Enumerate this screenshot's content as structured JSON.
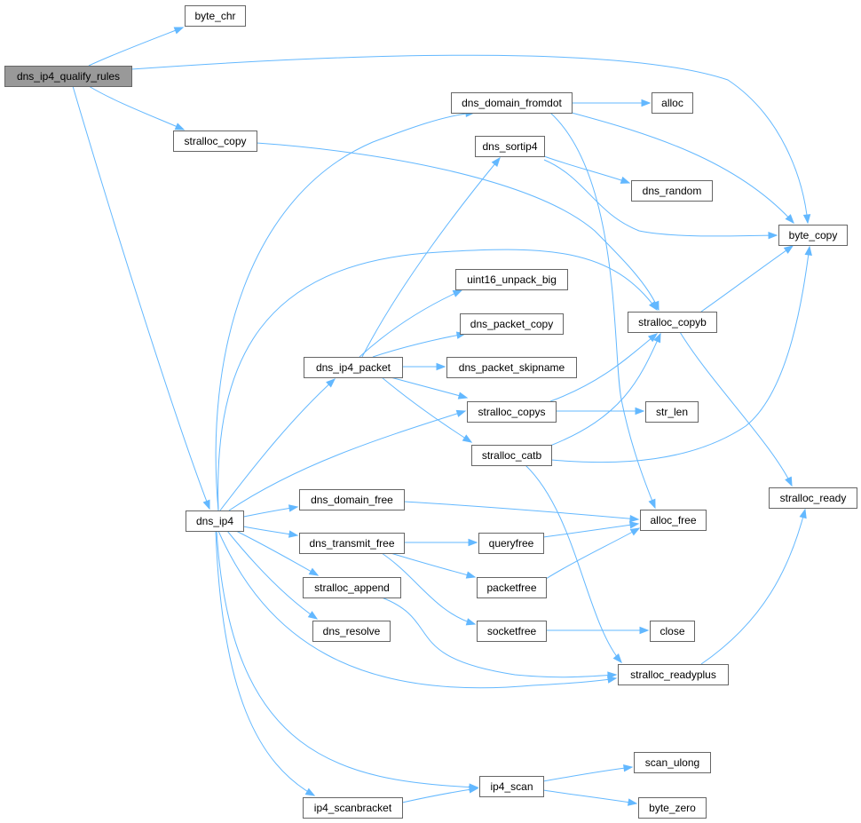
{
  "graph": {
    "root_color": "#999999",
    "edge_color": "#63b8ff",
    "node_border_color": "#666666",
    "nodes": {
      "dns_ip4_qualify_rules": "dns_ip4_qualify_rules",
      "byte_chr": "byte_chr",
      "stralloc_copy": "stralloc_copy",
      "dns_domain_fromdot": "dns_domain_fromdot",
      "alloc": "alloc",
      "dns_sortip4": "dns_sortip4",
      "dns_random": "dns_random",
      "byte_copy": "byte_copy",
      "uint16_unpack_big": "uint16_unpack_big",
      "stralloc_copyb": "stralloc_copyb",
      "dns_packet_copy": "dns_packet_copy",
      "dns_ip4_packet": "dns_ip4_packet",
      "dns_packet_skipname": "dns_packet_skipname",
      "stralloc_copys": "stralloc_copys",
      "str_len": "str_len",
      "stralloc_catb": "stralloc_catb",
      "stralloc_ready": "stralloc_ready",
      "dns_ip4": "dns_ip4",
      "dns_domain_free": "dns_domain_free",
      "alloc_free": "alloc_free",
      "dns_transmit_free": "dns_transmit_free",
      "queryfree": "queryfree",
      "packetfree": "packetfree",
      "stralloc_append": "stralloc_append",
      "dns_resolve": "dns_resolve",
      "socketfree": "socketfree",
      "close": "close",
      "stralloc_readyplus": "stralloc_readyplus",
      "scan_ulong": "scan_ulong",
      "ip4_scan": "ip4_scan",
      "ip4_scanbracket": "ip4_scanbracket",
      "byte_zero": "byte_zero"
    },
    "edges": [
      [
        "dns_ip4_qualify_rules",
        "byte_chr"
      ],
      [
        "dns_ip4_qualify_rules",
        "byte_copy"
      ],
      [
        "dns_ip4_qualify_rules",
        "stralloc_copy"
      ],
      [
        "dns_ip4_qualify_rules",
        "dns_ip4"
      ],
      [
        "stralloc_copy",
        "stralloc_copyb"
      ],
      [
        "dns_domain_fromdot",
        "alloc"
      ],
      [
        "dns_domain_fromdot",
        "byte_copy"
      ],
      [
        "dns_domain_fromdot",
        "alloc_free"
      ],
      [
        "dns_sortip4",
        "dns_random"
      ],
      [
        "dns_sortip4",
        "byte_copy"
      ],
      [
        "stralloc_copyb",
        "byte_copy"
      ],
      [
        "stralloc_copyb",
        "stralloc_ready"
      ],
      [
        "dns_ip4_packet",
        "dns_sortip4"
      ],
      [
        "dns_ip4_packet",
        "uint16_unpack_big"
      ],
      [
        "dns_ip4_packet",
        "dns_packet_copy"
      ],
      [
        "dns_ip4_packet",
        "dns_packet_skipname"
      ],
      [
        "dns_ip4_packet",
        "stralloc_copys"
      ],
      [
        "dns_ip4_packet",
        "stralloc_catb"
      ],
      [
        "stralloc_copys",
        "str_len"
      ],
      [
        "stralloc_copys",
        "stralloc_copyb"
      ],
      [
        "stralloc_catb",
        "stralloc_copyb"
      ],
      [
        "stralloc_catb",
        "byte_copy"
      ],
      [
        "stralloc_catb",
        "stralloc_readyplus"
      ],
      [
        "dns_ip4",
        "dns_domain_fromdot"
      ],
      [
        "dns_ip4",
        "stralloc_copyb"
      ],
      [
        "dns_ip4",
        "dns_ip4_packet"
      ],
      [
        "dns_ip4",
        "stralloc_copys"
      ],
      [
        "dns_ip4",
        "dns_domain_free"
      ],
      [
        "dns_ip4",
        "dns_transmit_free"
      ],
      [
        "dns_ip4",
        "stralloc_append"
      ],
      [
        "dns_ip4",
        "dns_resolve"
      ],
      [
        "dns_ip4",
        "stralloc_readyplus"
      ],
      [
        "dns_ip4",
        "ip4_scan"
      ],
      [
        "dns_ip4",
        "ip4_scanbracket"
      ],
      [
        "dns_domain_free",
        "alloc_free"
      ],
      [
        "dns_transmit_free",
        "queryfree"
      ],
      [
        "dns_transmit_free",
        "packetfree"
      ],
      [
        "dns_transmit_free",
        "socketfree"
      ],
      [
        "queryfree",
        "alloc_free"
      ],
      [
        "packetfree",
        "alloc_free"
      ],
      [
        "socketfree",
        "close"
      ],
      [
        "stralloc_append",
        "stralloc_readyplus"
      ],
      [
        "stralloc_readyplus",
        "stralloc_ready"
      ],
      [
        "ip4_scan",
        "scan_ulong"
      ],
      [
        "ip4_scan",
        "byte_zero"
      ],
      [
        "ip4_scanbracket",
        "ip4_scan"
      ]
    ]
  }
}
